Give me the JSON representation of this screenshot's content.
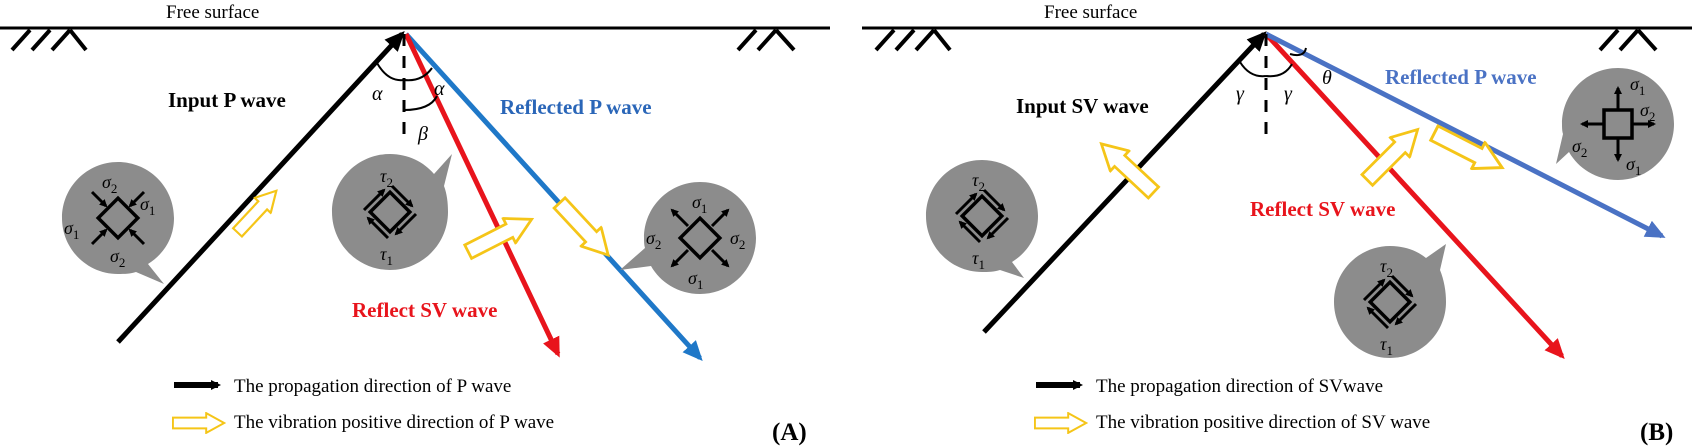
{
  "panel_a": {
    "free_surface": "Free surface",
    "input_label": "Input P wave",
    "reflected_p_label": "Reflected P wave",
    "reflect_sv_label": "Reflect SV wave",
    "angle_alpha": "α",
    "angle_alpha2": "α",
    "angle_beta": "β",
    "legend_black": "The propagation direction of P wave",
    "legend_yellow": "The vibration positive direction of P wave",
    "panel_tag": "(A)",
    "bubble_input": {
      "top": "σ2",
      "right": "σ1",
      "left": "σ1",
      "bottom": "σ2"
    },
    "bubble_sv": {
      "top": "τ2",
      "bottom": "τ1"
    },
    "bubble_p": {
      "top": "σ1",
      "left": "σ2",
      "right": "σ2",
      "bottom": "σ1"
    }
  },
  "panel_b": {
    "free_surface": "Free surface",
    "input_label": "Input SV wave",
    "reflected_p_label": "Reflected P wave",
    "reflect_sv_label": "Reflect SV wave",
    "angle_gamma": "γ",
    "angle_gamma2": "γ",
    "angle_theta": "θ",
    "legend_black": "The propagation direction of SVwave",
    "legend_yellow": "The vibration positive direction of SV wave",
    "panel_tag": "(B)",
    "bubble_input": {
      "top": "τ2",
      "bottom": "τ1"
    },
    "bubble_sv": {
      "top": "τ2",
      "bottom": "τ1"
    },
    "bubble_p": {
      "top": "σ1",
      "left": "σ2",
      "right": "σ2",
      "bottom": "σ1"
    }
  },
  "colors": {
    "p_wave_blue": "#1f78c8",
    "sv_wave_red": "#e8141c",
    "vibration_yellow": "#f5c518",
    "bubble_gray": "#8c8c8c"
  }
}
